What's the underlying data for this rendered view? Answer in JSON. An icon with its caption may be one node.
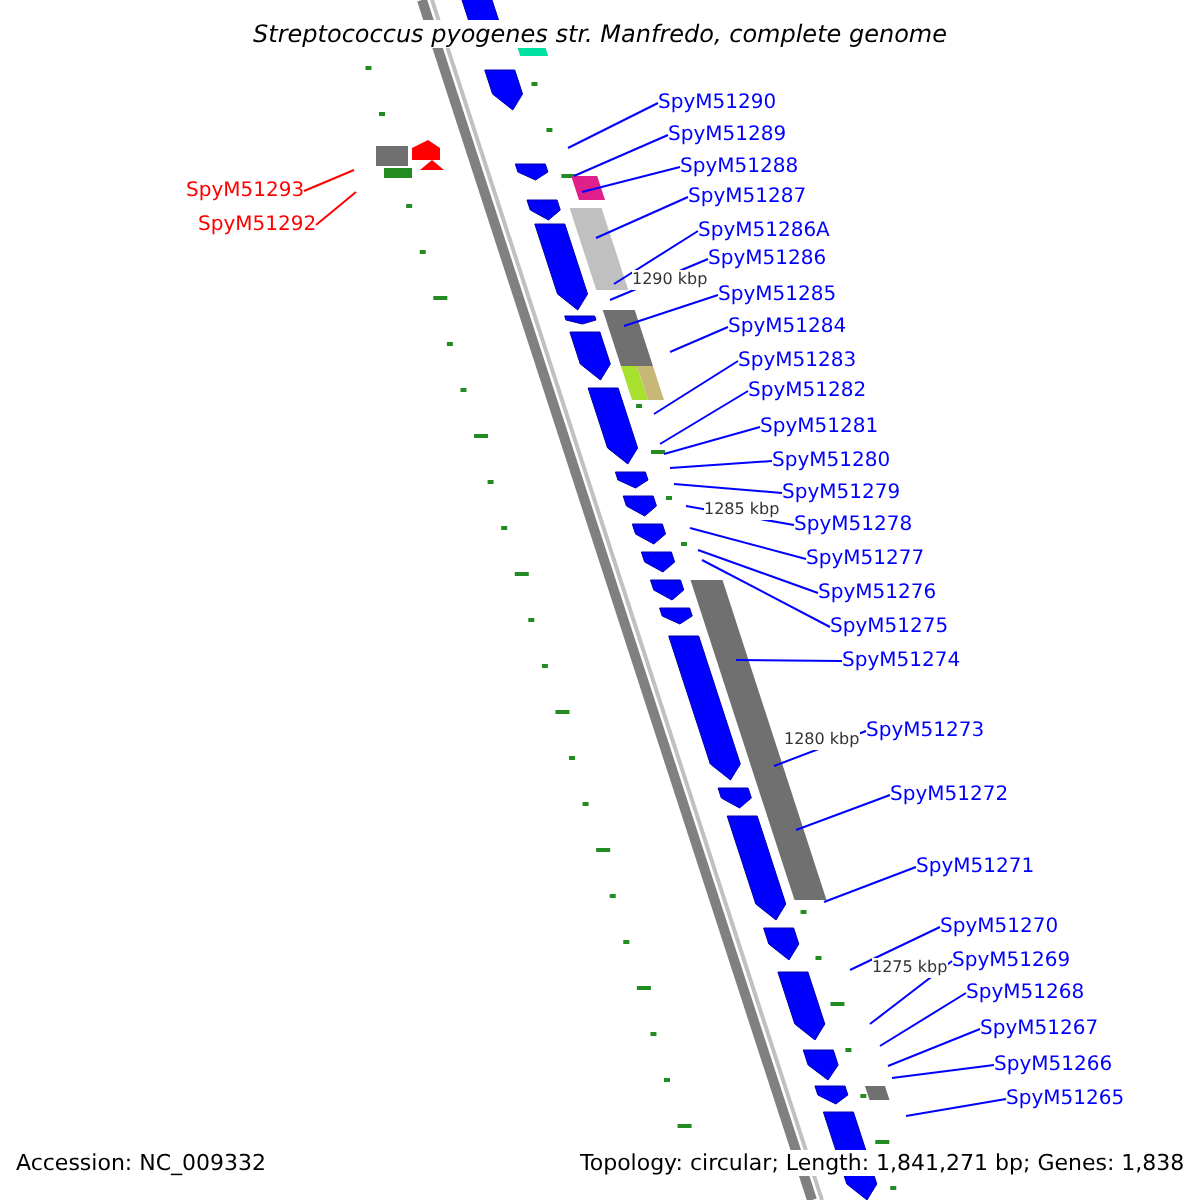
{
  "diagram": {
    "title": "Streptococcus pyogenes str. Manfredo, complete genome",
    "nodes": [
      {
        "text": [
          "SpyM51293"
        ]
      },
      {
        "text": [
          "SpyM51292"
        ]
      },
      {
        "text": [
          "SpyM51290"
        ]
      },
      {
        "text": [
          "SpyM51289"
        ]
      },
      {
        "text": [
          "SpyM51288"
        ]
      },
      {
        "text": [
          "SpyM51287"
        ]
      },
      {
        "text": [
          "SpyM51286A"
        ]
      },
      {
        "text": [
          "SpyM51286"
        ]
      },
      {
        "text": [
          "SpyM51285"
        ]
      },
      {
        "text": [
          "SpyM51284"
        ]
      },
      {
        "text": [
          "SpyM51283"
        ]
      },
      {
        "text": [
          "SpyM51282"
        ]
      },
      {
        "text": [
          "SpyM51281"
        ]
      },
      {
        "text": [
          "SpyM51280"
        ]
      },
      {
        "text": [
          "SpyM51279"
        ]
      },
      {
        "text": [
          "SpyM51278"
        ]
      },
      {
        "text": [
          "SpyM51277"
        ]
      },
      {
        "text": [
          "SpyM51276"
        ]
      },
      {
        "text": [
          "SpyM51275"
        ]
      },
      {
        "text": [
          "SpyM51274"
        ]
      },
      {
        "text": [
          "SpyM51273"
        ]
      },
      {
        "text": [
          "SpyM51272"
        ]
      },
      {
        "text": [
          "SpyM51271"
        ]
      },
      {
        "text": [
          "SpyM51270"
        ]
      },
      {
        "text": [
          "SpyM51269"
        ]
      },
      {
        "text": [
          "SpyM51268"
        ]
      },
      {
        "text": [
          "SpyM51267"
        ]
      },
      {
        "text": [
          "SpyM51266"
        ]
      },
      {
        "text": [
          "SpyM51265"
        ]
      }
    ],
    "edges": [
      {
        "from": 0,
        "to": null,
        "arrow": "none",
        "color": "#ff0000"
      },
      {
        "from": 1,
        "to": null,
        "arrow": "none",
        "color": "#ff0000"
      },
      {
        "from": 2,
        "to": null,
        "arrow": "none"
      },
      {
        "from": 3,
        "to": null,
        "arrow": "none"
      },
      {
        "from": 4,
        "to": null,
        "arrow": "none"
      },
      {
        "from": 5,
        "to": null,
        "arrow": "none"
      },
      {
        "from": 6,
        "to": null,
        "arrow": "none"
      },
      {
        "from": 7,
        "to": null,
        "arrow": "none"
      },
      {
        "from": 8,
        "to": null,
        "arrow": "none"
      },
      {
        "from": 9,
        "to": null,
        "arrow": "none"
      },
      {
        "from": 10,
        "to": null,
        "arrow": "none"
      },
      {
        "from": 11,
        "to": null,
        "arrow": "none"
      },
      {
        "from": 12,
        "to": null,
        "arrow": "none"
      },
      {
        "from": 13,
        "to": null,
        "arrow": "none"
      },
      {
        "from": 14,
        "to": null,
        "arrow": "none"
      },
      {
        "from": 15,
        "to": null,
        "arrow": "none"
      },
      {
        "from": 16,
        "to": null,
        "arrow": "none"
      },
      {
        "from": 17,
        "to": null,
        "arrow": "none"
      },
      {
        "from": 18,
        "to": null,
        "arrow": "none"
      },
      {
        "from": 19,
        "to": null,
        "arrow": "none"
      },
      {
        "from": 20,
        "to": null,
        "arrow": "none"
      },
      {
        "from": 21,
        "to": null,
        "arrow": "none"
      },
      {
        "from": 22,
        "to": null,
        "arrow": "none"
      },
      {
        "from": 23,
        "to": null,
        "arrow": "none"
      },
      {
        "from": 24,
        "to": null,
        "arrow": "none"
      },
      {
        "from": 25,
        "to": null,
        "arrow": "none"
      },
      {
        "from": 26,
        "to": null,
        "arrow": "none"
      },
      {
        "from": 27,
        "to": null,
        "arrow": "none"
      },
      {
        "from": 28,
        "to": null,
        "arrow": "none"
      }
    ],
    "labels": [
      "1290 kbp",
      "1285 kbp",
      "1280 kbp",
      "1275 kbp",
      "Accession: NC_009332",
      "Topology: circular; Length: 1,841,271 bp; Genes: 1,838"
    ]
  }
}
